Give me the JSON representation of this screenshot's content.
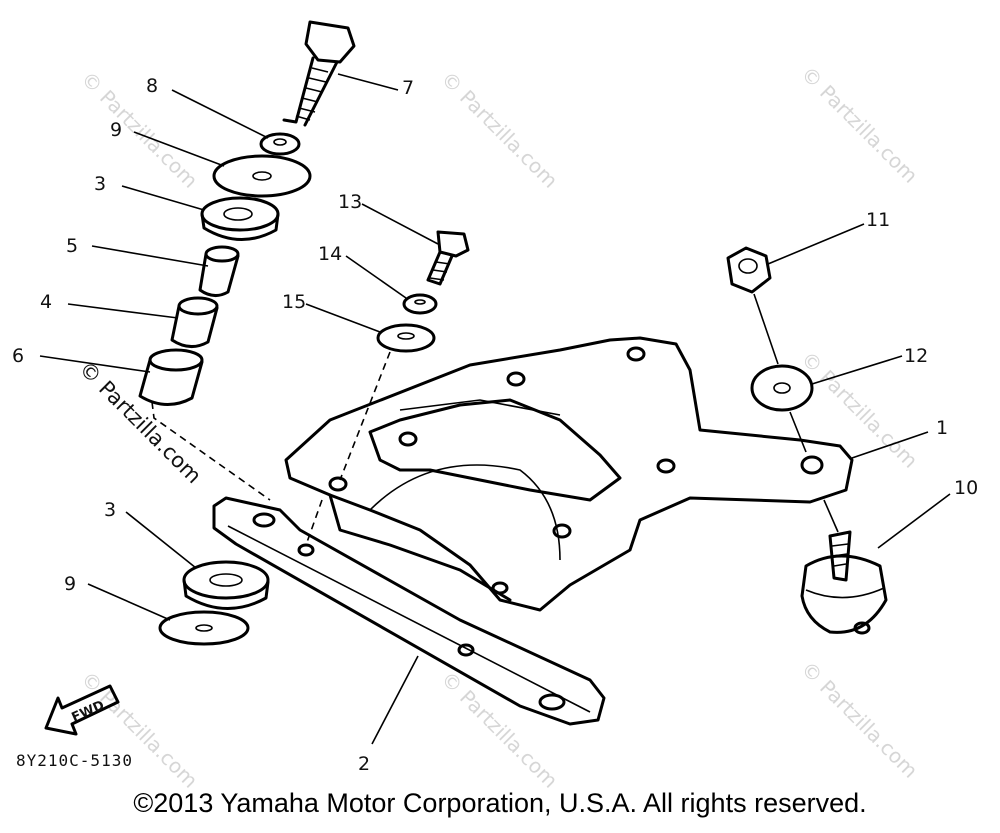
{
  "diagram": {
    "callouts": [
      "1",
      "2",
      "3",
      "4",
      "5",
      "6",
      "7",
      "8",
      "9",
      "10",
      "11",
      "12",
      "13",
      "14",
      "15"
    ],
    "callout_left_3": "3",
    "callout_left_9": "9",
    "drawing_code": "8Y210C-5130",
    "fwd_label": "FWD",
    "watermark": "© Partzilla.com",
    "copyright": "©2013 Yamaha Motor Corporation, U.S.A. All rights reserved."
  }
}
